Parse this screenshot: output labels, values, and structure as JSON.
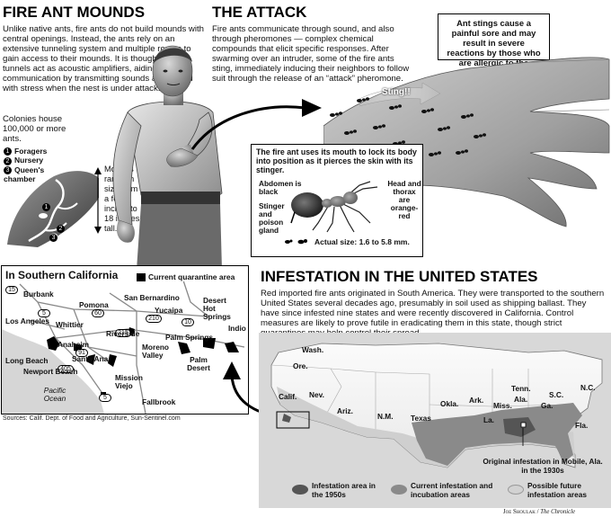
{
  "fire_ant_mounds": {
    "title": "FIRE ANT MOUNDS",
    "body": "Unlike native ants, fire ants do not build mounds with central openings. Instead, the ants rely on an extensive tunneling system and multiple routes to gain access to their mounds. It is thought that the tunnels act as acoustic amplifiers, aiding in communication by transmitting sounds associated with stress when the nest is under attack.",
    "colonies": "Colonies house 100,000 or more ants.",
    "legend": [
      {
        "num": "1",
        "label": "Foragers"
      },
      {
        "num": "2",
        "label": "Nursery"
      },
      {
        "num": "3",
        "label": "Queen's chamber"
      }
    ],
    "mound_size": "Mounds range in size from a few inches to 18 inches tall."
  },
  "the_attack": {
    "title": "THE ATTACK",
    "body": "Fire ants communicate through sound, and also through pheromones — complex chemical compounds that elicit specific responses. After swarming over an intruder, some of the fire ants sting, immediately inducing their neighbors to follow suit through the release of an “attack” pheromone.",
    "callout": "Ant stings cause a painful sore and may result in severe reactions by those who are allergic to the venom.",
    "sting_label": "Sting!!"
  },
  "ant_detail": {
    "caption": "The fire ant uses its mouth to lock its body into position as it pierces the skin with its stinger.",
    "abdomen": "Abdomen is black",
    "head": "Head and thorax are orange-red",
    "stinger": "Stinger and poison gland",
    "actual_size": "Actual size: 1.6 to 5.8 mm."
  },
  "socal_map": {
    "title": "In Southern California",
    "legend": "Current quarantine area",
    "places": [
      "Burbank",
      "Pomona",
      "San Bernardino",
      "Los Angeles",
      "Whittier",
      "Yucaipa",
      "Desert Hot Springs",
      "Indio",
      "Riverside",
      "Anaheim",
      "Palm Springs",
      "Long Beach",
      "Santa Ana",
      "Moreno Valley",
      "Palm Desert",
      "Newport Beach",
      "Mission Viejo",
      "Pacific Ocean",
      "Fallbrook"
    ],
    "highways": [
      "15",
      "210",
      "5",
      "405",
      "91",
      "60",
      "10",
      "215",
      "5"
    ],
    "sources": "Sources: Calif. Dept. of Food and Agriculture, Sun-Sentinel.com"
  },
  "us_map": {
    "title": "INFESTATION IN THE UNITED STATES",
    "body": "Red imported fire ants originated in South America. They were transported to the southern United States several decades ago, presumably in soil used as shipping ballast. They have since infested nine states and were recently discovered in California. Control measures are likely to prove futile in eradicating them in this state, though strict quarantines may help control their spread.",
    "states": [
      "Wash.",
      "Ore.",
      "Calif.",
      "Nev.",
      "Ariz.",
      "N.M.",
      "Texas",
      "Okla.",
      "Ark.",
      "La.",
      "Miss.",
      "Ala.",
      "Ga.",
      "Tenn.",
      "S.C.",
      "N.C.",
      "Fla."
    ],
    "origin_note": "Original infestation in Mobile, Ala. in the 1930s",
    "legend": [
      {
        "label": "Infestation area in the 1950s",
        "color": "#555555"
      },
      {
        "label": "Current infestation and incubation areas",
        "color": "#8a8a8a"
      },
      {
        "label": "Possible future infestation areas",
        "color": "#d2d2d2"
      }
    ]
  },
  "credit": {
    "artist": "Joe Shoulak",
    "paper": "The Chronicle"
  }
}
